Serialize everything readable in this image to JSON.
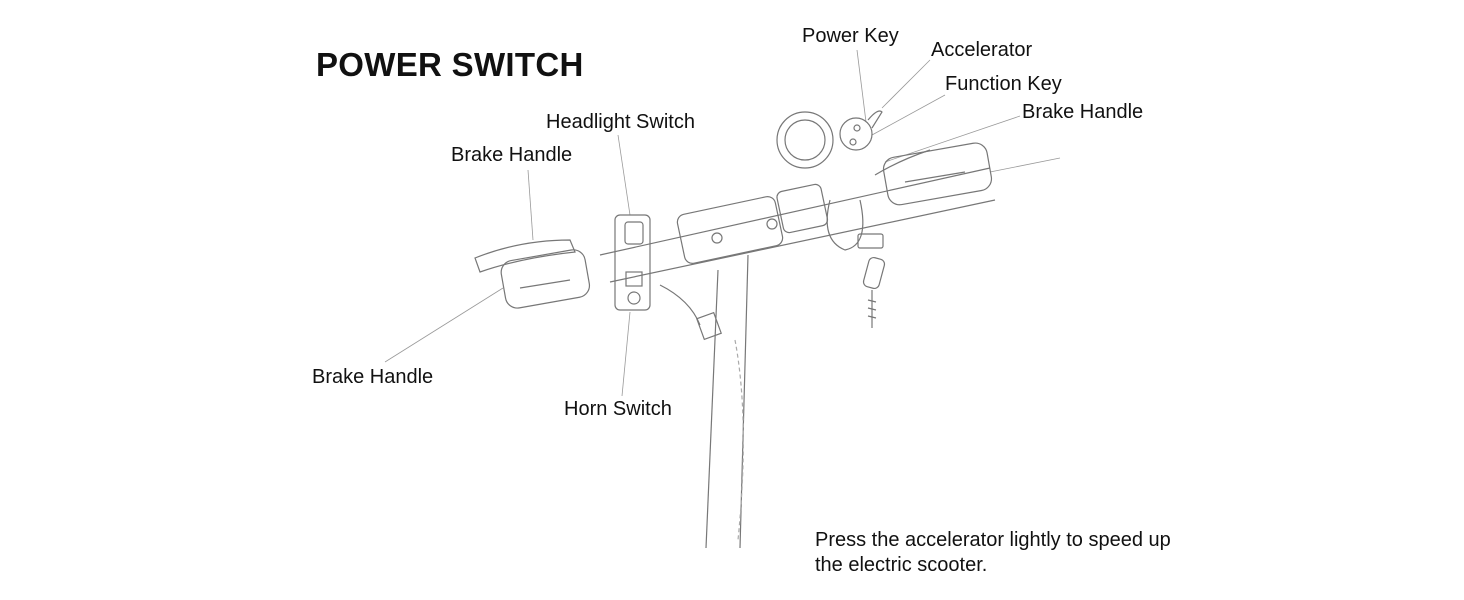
{
  "title": "POWER SWITCH",
  "labels": {
    "power_key": "Power Key",
    "accelerator": "Accelerator",
    "function_key": "Function Key",
    "brake_handle_right": "Brake Handle",
    "headlight_switch": "Headlight Switch",
    "brake_handle_left_top": "Brake Handle",
    "brake_handle_left_bottom": "Brake Handle",
    "horn_switch": "Horn Switch"
  },
  "description": "Press the accelerator lightly to speed up the electric scooter."
}
